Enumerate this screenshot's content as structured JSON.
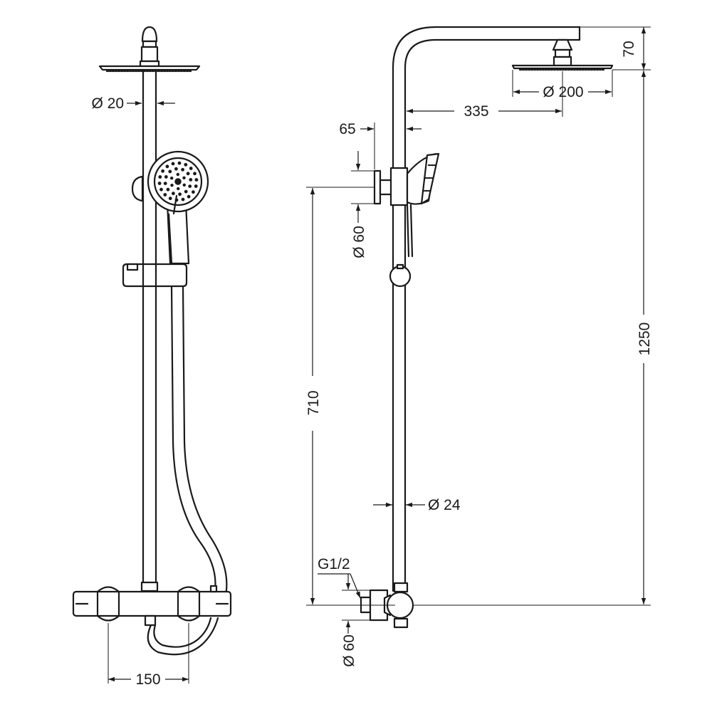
{
  "front_view": {
    "pipe_diameter": "Ø 20",
    "valve_spacing": "150"
  },
  "side_view": {
    "head_offset": "70",
    "head_diameter": "Ø 200",
    "arm_reach": "335",
    "wall_offset": "65",
    "holder_diameter": "Ø 60",
    "inlet_height": "710",
    "total_height": "1250",
    "rail_diameter": "Ø 24",
    "thread": "G1/2",
    "valve_diameter": "Ø 60"
  }
}
